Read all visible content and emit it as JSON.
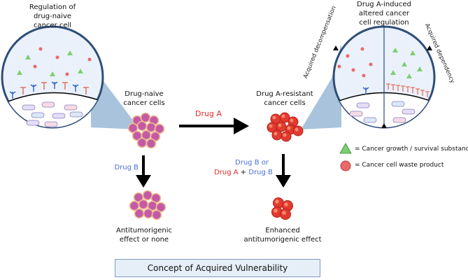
{
  "left_circle": {
    "title": "Regulation of\ndrug-naive\ncancer cell"
  },
  "right_circle": {
    "title": "Drug A-induced\naltered cancer\ncell regulation",
    "left_label": "Acquired decompensation",
    "right_label": "Acquired dependency"
  },
  "cells": {
    "naive_label": "Drug-naive\ncancer cells",
    "resistant_label": "Drug A-resistant\ncancer cells"
  },
  "arrows": {
    "drug_a": "Drug A",
    "drug_b_left": "Drug B",
    "drug_b_or": "Drug B or",
    "drug_a_plus": "Drug A",
    "plus": "+",
    "drug_b_plus": "Drug B"
  },
  "outcomes": {
    "left": "Antitumorigenic\neffect or none",
    "right": "Enhanced\nantitumorigenic effect"
  },
  "legend": {
    "triangle": "= Cancer growth / survival substance",
    "circle": "= Cancer cell waste product",
    "triangle_color": "#7ccf72",
    "circle_color": "#e86a6a"
  },
  "caption": "Concept of Acquired Vulnerability",
  "colors": {
    "naive_cell_fill": "#c45aa6",
    "naive_cell_outline": "#f0c090",
    "resistant_cell_fill": "#e23a30",
    "blue_text": "#4a6fd8",
    "red_text": "#e02a2a"
  }
}
